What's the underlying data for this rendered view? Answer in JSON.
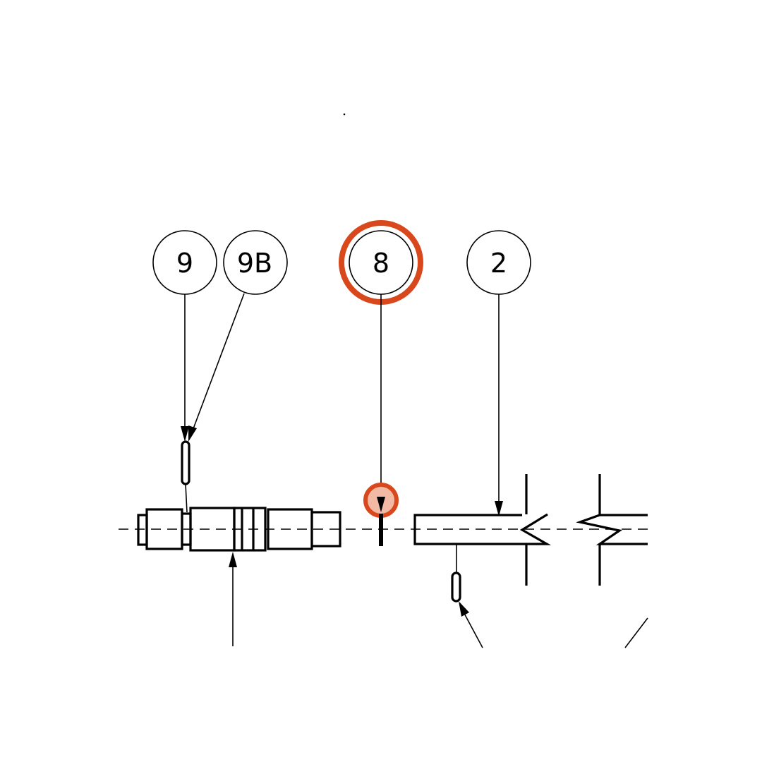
{
  "callouts": [
    {
      "id": "9",
      "label": "9",
      "highlighted": false
    },
    {
      "id": "9B",
      "label": "9B",
      "highlighted": false
    },
    {
      "id": "8",
      "label": "8",
      "highlighted": true
    },
    {
      "id": "2",
      "label": "2",
      "highlighted": false
    }
  ],
  "colors": {
    "line": "#000000",
    "highlight": "#d9481c",
    "highlight_fill": "#f2b9a4",
    "background": "#ffffff"
  }
}
